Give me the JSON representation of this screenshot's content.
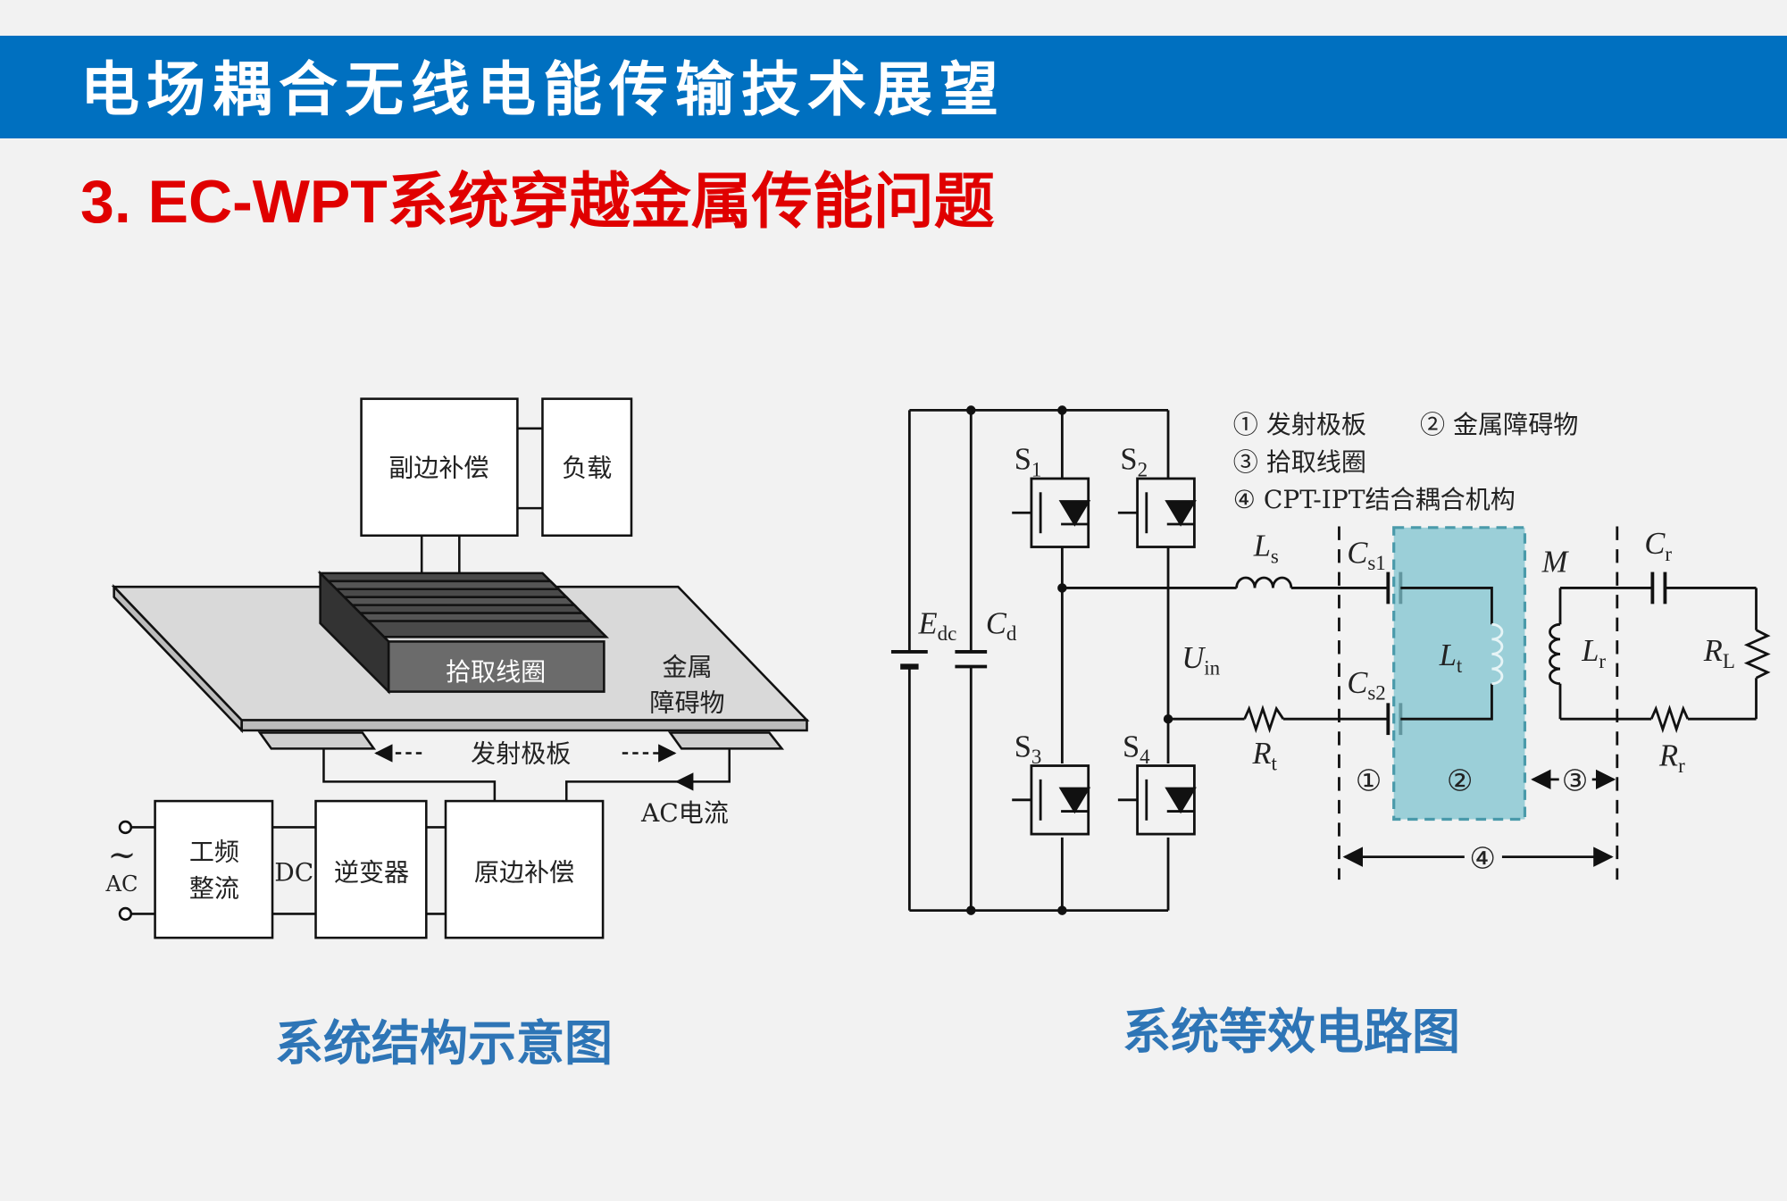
{
  "header": {
    "title": "电场耦合无线电能传输技术展望"
  },
  "section": {
    "title": "3.  EC-WPT系统穿越金属传能问题"
  },
  "structure_diagram": {
    "caption": "系统结构示意图",
    "secondary_compensation": "副边补偿",
    "load": "负载",
    "pickup_coil": "拾取线圈",
    "metal_obstacle_line1": "金属",
    "metal_obstacle_line2": "障碍物",
    "transmitter_plates": "发射极板",
    "ac_current": "AC电流",
    "rectifier_line1": "工频",
    "rectifier_line2": "整流",
    "dc": "DC",
    "inverter": "逆变器",
    "primary_compensation": "原边补偿",
    "ac_source": "AC",
    "ac_symbol": "~"
  },
  "circuit_diagram": {
    "caption": "系统等效电路图",
    "legend": {
      "item1": "① 发射极板",
      "item2": "② 金属障碍物",
      "item3": "③ 拾取线圈",
      "item4": "④ CPT-IPT结合耦合机构"
    },
    "S1": {
      "base": "S",
      "sub": "1"
    },
    "S2": {
      "base": "S",
      "sub": "2"
    },
    "S3": {
      "base": "S",
      "sub": "3"
    },
    "S4": {
      "base": "S",
      "sub": "4"
    },
    "Edc": {
      "base": "E",
      "sub": "dc"
    },
    "Cd": {
      "base": "C",
      "sub": "d"
    },
    "Uin": {
      "base": "U",
      "sub": "in"
    },
    "Ls": {
      "base": "L",
      "sub": "s"
    },
    "Rt": {
      "base": "R",
      "sub": "t"
    },
    "Cs1": {
      "base": "C",
      "sub": "s1"
    },
    "Cs2": {
      "base": "C",
      "sub": "s2"
    },
    "Lt": {
      "base": "L",
      "sub": "t"
    },
    "M": {
      "base": "M"
    },
    "Lr": {
      "base": "L",
      "sub": "r"
    },
    "Cr": {
      "base": "C",
      "sub": "r"
    },
    "RL": {
      "base": "R",
      "sub": "L"
    },
    "Rr": {
      "base": "R",
      "sub": "r"
    },
    "region1": "①",
    "region2": "②",
    "region3": "③",
    "region4": "④"
  }
}
